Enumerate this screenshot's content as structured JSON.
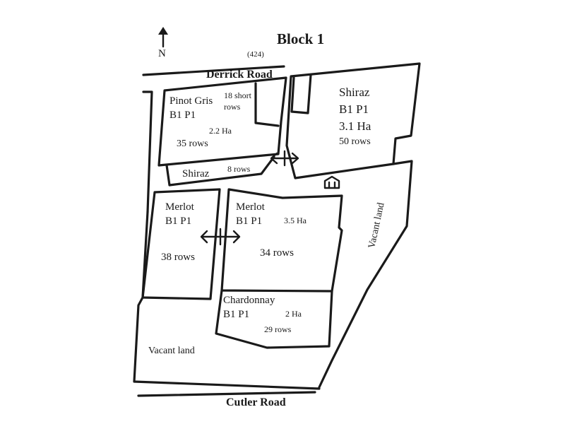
{
  "map": {
    "title": "Block 1",
    "north_label": "N",
    "road_number": "(424)",
    "roads": {
      "north": "Derrick Road",
      "south": "Cutler Road"
    },
    "plots": {
      "pinot_gris": {
        "variety": "Pinot Gris",
        "code": "B1 P1",
        "area": "2.2 Ha",
        "rows": "35 rows",
        "note": [
          "18 short",
          "rows"
        ]
      },
      "shiraz_top": {
        "variety": "Shiraz",
        "code": "B1 P1",
        "area": "3.1 Ha",
        "rows": "50 rows"
      },
      "shiraz_strip": {
        "variety": "Shiraz",
        "rows": "8 rows"
      },
      "merlot_left": {
        "variety": "Merlot",
        "code": "B1 P1",
        "rows": "38 rows"
      },
      "merlot_main": {
        "variety": "Merlot",
        "code": "B1 P1",
        "area": "3.5 Ha",
        "rows": "34 rows"
      },
      "chardonnay": {
        "variety": "Chardonnay",
        "code": "B1 P1",
        "area": "2 Ha",
        "rows": "29 rows"
      }
    },
    "vacant_land": {
      "east": "Vacant land",
      "south": "Vacant land"
    },
    "icons": {
      "north_arrow": "arrow-up-icon",
      "house": "house-icon",
      "connectors": "double-arrow-icon"
    }
  }
}
